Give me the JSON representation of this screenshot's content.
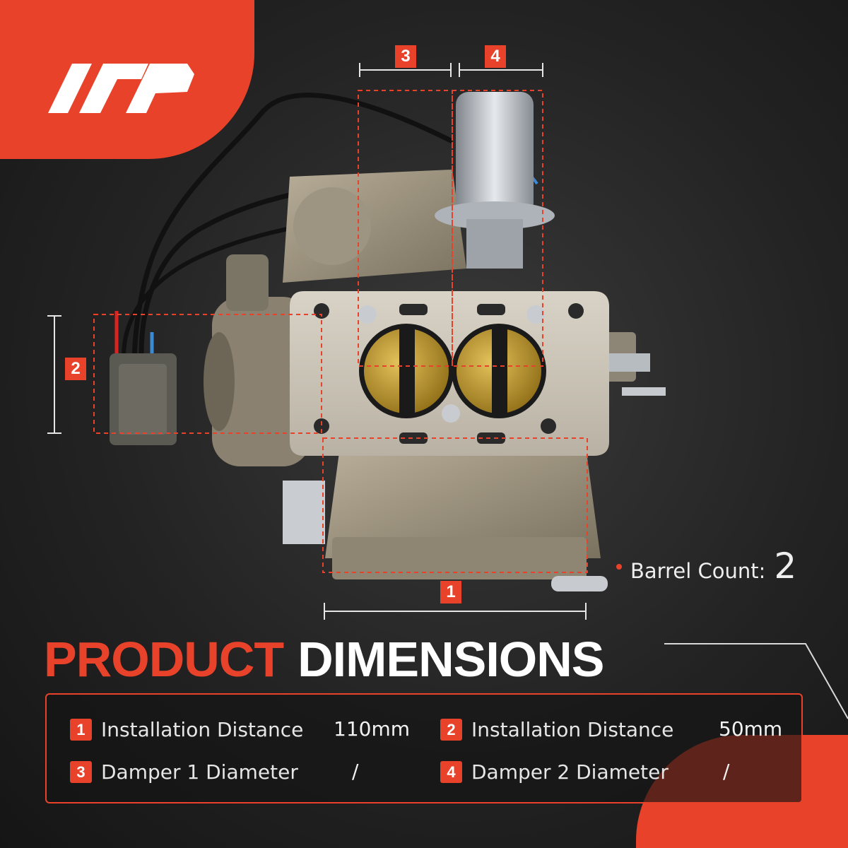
{
  "brand": {
    "accent_color": "#e8432a"
  },
  "callouts": [
    {
      "id": "1",
      "label": "1"
    },
    {
      "id": "2",
      "label": "2"
    },
    {
      "id": "3",
      "label": "3"
    },
    {
      "id": "4",
      "label": "4"
    }
  ],
  "barrel": {
    "label": "Barrel Count:",
    "value": "2"
  },
  "heading": {
    "part1": "PRODUCT",
    "part2": "DIMENSIONS"
  },
  "specs": [
    {
      "num": "1",
      "label": "Installation Distance",
      "value": "110mm"
    },
    {
      "num": "2",
      "label": "Installation Distance",
      "value": "50mm"
    },
    {
      "num": "3",
      "label": "Damper 1 Diameter",
      "value": "/"
    },
    {
      "num": "4",
      "label": "Damper 2 Diameter",
      "value": "/"
    }
  ]
}
